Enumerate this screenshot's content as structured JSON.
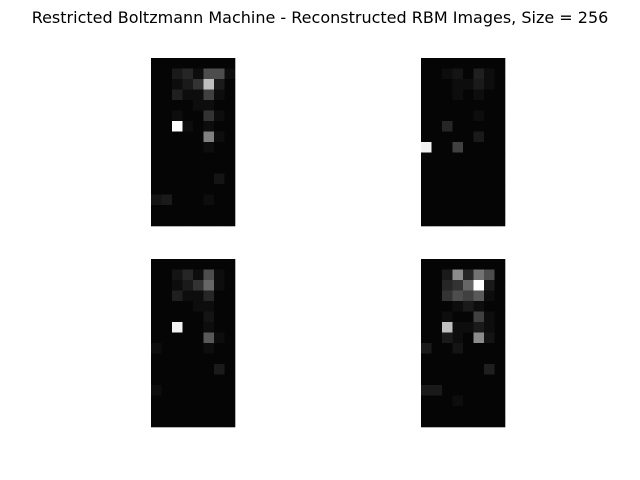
{
  "title": "Restricted Boltzmann Machine - Reconstructed RBM Images, Size = 256",
  "chart_data": {
    "type": "heatmap",
    "colormap": "gray",
    "value_range": [
      0,
      1
    ],
    "layout": "2x2 grid",
    "axes_visible": false,
    "panels": [
      {
        "rows": 16,
        "cols": 8,
        "values": [
          [
            0.02,
            0.02,
            0.02,
            0.02,
            0.02,
            0.02,
            0.02,
            0.02
          ],
          [
            0.02,
            0.02,
            0.1,
            0.15,
            0.05,
            0.3,
            0.3,
            0.05
          ],
          [
            0.02,
            0.02,
            0.05,
            0.1,
            0.2,
            0.75,
            0.1,
            0.02
          ],
          [
            0.02,
            0.02,
            0.12,
            0.05,
            0.05,
            0.25,
            0.05,
            0.02
          ],
          [
            0.02,
            0.02,
            0.02,
            0.02,
            0.05,
            0.05,
            0.02,
            0.02
          ],
          [
            0.02,
            0.02,
            0.05,
            0.02,
            0.02,
            0.2,
            0.05,
            0.02
          ],
          [
            0.02,
            0.02,
            1.0,
            0.05,
            0.02,
            0.05,
            0.02,
            0.02
          ],
          [
            0.02,
            0.02,
            0.02,
            0.02,
            0.02,
            0.5,
            0.05,
            0.02
          ],
          [
            0.02,
            0.02,
            0.02,
            0.02,
            0.02,
            0.05,
            0.02,
            0.02
          ],
          [
            0.02,
            0.02,
            0.02,
            0.02,
            0.02,
            0.02,
            0.02,
            0.02
          ],
          [
            0.02,
            0.02,
            0.02,
            0.02,
            0.02,
            0.02,
            0.02,
            0.02
          ],
          [
            0.02,
            0.02,
            0.02,
            0.02,
            0.02,
            0.02,
            0.08,
            0.02
          ],
          [
            0.02,
            0.02,
            0.02,
            0.02,
            0.02,
            0.02,
            0.02,
            0.02
          ],
          [
            0.08,
            0.1,
            0.02,
            0.02,
            0.02,
            0.05,
            0.02,
            0.02
          ],
          [
            0.02,
            0.02,
            0.02,
            0.02,
            0.02,
            0.02,
            0.02,
            0.02
          ],
          [
            0.02,
            0.02,
            0.02,
            0.02,
            0.02,
            0.02,
            0.02,
            0.02
          ]
        ]
      },
      {
        "rows": 16,
        "cols": 8,
        "values": [
          [
            0.02,
            0.02,
            0.02,
            0.02,
            0.02,
            0.02,
            0.02,
            0.02
          ],
          [
            0.02,
            0.02,
            0.05,
            0.08,
            0.02,
            0.12,
            0.05,
            0.02
          ],
          [
            0.02,
            0.02,
            0.02,
            0.05,
            0.05,
            0.1,
            0.05,
            0.02
          ],
          [
            0.02,
            0.02,
            0.02,
            0.05,
            0.02,
            0.05,
            0.02,
            0.02
          ],
          [
            0.02,
            0.02,
            0.02,
            0.02,
            0.02,
            0.02,
            0.02,
            0.02
          ],
          [
            0.02,
            0.02,
            0.02,
            0.02,
            0.02,
            0.05,
            0.02,
            0.02
          ],
          [
            0.02,
            0.02,
            0.15,
            0.02,
            0.02,
            0.02,
            0.02,
            0.02
          ],
          [
            0.02,
            0.02,
            0.02,
            0.02,
            0.02,
            0.1,
            0.02,
            0.02
          ],
          [
            0.95,
            0.02,
            0.02,
            0.25,
            0.02,
            0.02,
            0.02,
            0.02
          ],
          [
            0.02,
            0.02,
            0.02,
            0.02,
            0.02,
            0.02,
            0.02,
            0.02
          ],
          [
            0.02,
            0.02,
            0.02,
            0.02,
            0.02,
            0.02,
            0.02,
            0.02
          ],
          [
            0.02,
            0.02,
            0.02,
            0.02,
            0.02,
            0.02,
            0.02,
            0.02
          ],
          [
            0.02,
            0.02,
            0.02,
            0.02,
            0.02,
            0.02,
            0.02,
            0.02
          ],
          [
            0.02,
            0.02,
            0.02,
            0.02,
            0.02,
            0.02,
            0.02,
            0.02
          ],
          [
            0.02,
            0.02,
            0.02,
            0.02,
            0.02,
            0.02,
            0.02,
            0.02
          ],
          [
            0.02,
            0.02,
            0.02,
            0.02,
            0.02,
            0.02,
            0.02,
            0.02
          ]
        ]
      },
      {
        "rows": 16,
        "cols": 8,
        "values": [
          [
            0.02,
            0.02,
            0.02,
            0.02,
            0.02,
            0.02,
            0.02,
            0.02
          ],
          [
            0.02,
            0.02,
            0.08,
            0.15,
            0.05,
            0.3,
            0.05,
            0.02
          ],
          [
            0.02,
            0.02,
            0.05,
            0.1,
            0.2,
            0.4,
            0.05,
            0.02
          ],
          [
            0.02,
            0.02,
            0.12,
            0.05,
            0.05,
            0.15,
            0.02,
            0.02
          ],
          [
            0.02,
            0.02,
            0.02,
            0.02,
            0.05,
            0.05,
            0.02,
            0.02
          ],
          [
            0.02,
            0.02,
            0.02,
            0.02,
            0.02,
            0.08,
            0.02,
            0.02
          ],
          [
            0.02,
            0.02,
            0.95,
            0.02,
            0.02,
            0.05,
            0.02,
            0.02
          ],
          [
            0.02,
            0.02,
            0.02,
            0.02,
            0.02,
            0.35,
            0.05,
            0.02
          ],
          [
            0.05,
            0.02,
            0.02,
            0.02,
            0.02,
            0.05,
            0.02,
            0.02
          ],
          [
            0.02,
            0.02,
            0.02,
            0.02,
            0.02,
            0.02,
            0.02,
            0.02
          ],
          [
            0.02,
            0.02,
            0.02,
            0.02,
            0.02,
            0.02,
            0.1,
            0.02
          ],
          [
            0.02,
            0.02,
            0.02,
            0.02,
            0.02,
            0.02,
            0.02,
            0.02
          ],
          [
            0.05,
            0.02,
            0.02,
            0.02,
            0.02,
            0.02,
            0.02,
            0.02
          ],
          [
            0.02,
            0.02,
            0.02,
            0.02,
            0.02,
            0.02,
            0.02,
            0.02
          ],
          [
            0.02,
            0.02,
            0.02,
            0.02,
            0.02,
            0.02,
            0.02,
            0.02
          ],
          [
            0.02,
            0.02,
            0.02,
            0.02,
            0.02,
            0.02,
            0.02,
            0.02
          ]
        ]
      },
      {
        "rows": 16,
        "cols": 8,
        "values": [
          [
            0.02,
            0.02,
            0.02,
            0.02,
            0.02,
            0.02,
            0.02,
            0.02
          ],
          [
            0.02,
            0.02,
            0.1,
            0.55,
            0.15,
            0.45,
            0.3,
            0.02
          ],
          [
            0.02,
            0.02,
            0.15,
            0.2,
            0.4,
            1.0,
            0.1,
            0.02
          ],
          [
            0.02,
            0.02,
            0.2,
            0.3,
            0.25,
            0.35,
            0.05,
            0.02
          ],
          [
            0.02,
            0.02,
            0.02,
            0.05,
            0.1,
            0.05,
            0.02,
            0.02
          ],
          [
            0.02,
            0.02,
            0.05,
            0.02,
            0.02,
            0.25,
            0.05,
            0.02
          ],
          [
            0.02,
            0.02,
            0.75,
            0.05,
            0.05,
            0.1,
            0.05,
            0.02
          ],
          [
            0.02,
            0.02,
            0.1,
            0.05,
            0.02,
            0.55,
            0.08,
            0.02
          ],
          [
            0.1,
            0.02,
            0.02,
            0.08,
            0.02,
            0.02,
            0.02,
            0.02
          ],
          [
            0.02,
            0.02,
            0.02,
            0.02,
            0.02,
            0.02,
            0.02,
            0.02
          ],
          [
            0.02,
            0.02,
            0.02,
            0.02,
            0.02,
            0.02,
            0.12,
            0.02
          ],
          [
            0.02,
            0.02,
            0.02,
            0.02,
            0.02,
            0.02,
            0.02,
            0.02
          ],
          [
            0.1,
            0.1,
            0.02,
            0.02,
            0.02,
            0.02,
            0.02,
            0.02
          ],
          [
            0.02,
            0.02,
            0.02,
            0.05,
            0.02,
            0.02,
            0.02,
            0.02
          ],
          [
            0.02,
            0.02,
            0.02,
            0.02,
            0.02,
            0.02,
            0.02,
            0.02
          ],
          [
            0.02,
            0.02,
            0.02,
            0.02,
            0.02,
            0.02,
            0.02,
            0.02
          ]
        ]
      }
    ]
  }
}
